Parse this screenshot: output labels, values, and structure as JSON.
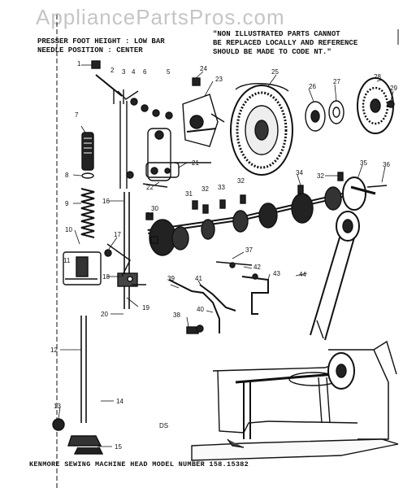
{
  "watermark": "AppliancePartsPros.com",
  "header_left": [
    "PRESSER FOOT HEIGHT : LOW BAR",
    "NEEDLE POSITION : CENTER"
  ],
  "header_right": [
    "\"NON ILLUSTRATED PARTS CANNOT",
    "BE REPLACED LOCALLY AND REFERENCE",
    "SHOULD BE MADE TO CODE NT.\""
  ],
  "footer": "KENMORE SEWING MACHINE HEAD MODEL NUMBER 158.15382",
  "drawing_code": "DS",
  "callouts": {
    "c1": "1",
    "c2": "2",
    "c3": "3",
    "c4": "4",
    "c5": "5",
    "c6": "6",
    "c7": "7",
    "c8": "8",
    "c9": "9",
    "c10": "10",
    "c11": "11",
    "c12": "12",
    "c13": "13",
    "c14": "14",
    "c15": "15",
    "c16": "16",
    "c17": "17",
    "c18": "18",
    "c19": "19",
    "c20": "20",
    "c21": "21",
    "c22": "22",
    "c23": "23",
    "c24": "24",
    "c25": "25",
    "c26": "26",
    "c27": "27",
    "c28": "28",
    "c29": "29",
    "c30": "30",
    "c31": "31",
    "c32": "32",
    "c33": "33",
    "c34": "34",
    "c35": "35",
    "c36": "36",
    "c37": "37",
    "c38": "38",
    "c39": "39",
    "c40": "40",
    "c41": "41",
    "c42": "42",
    "c43": "43",
    "c44": "44"
  }
}
